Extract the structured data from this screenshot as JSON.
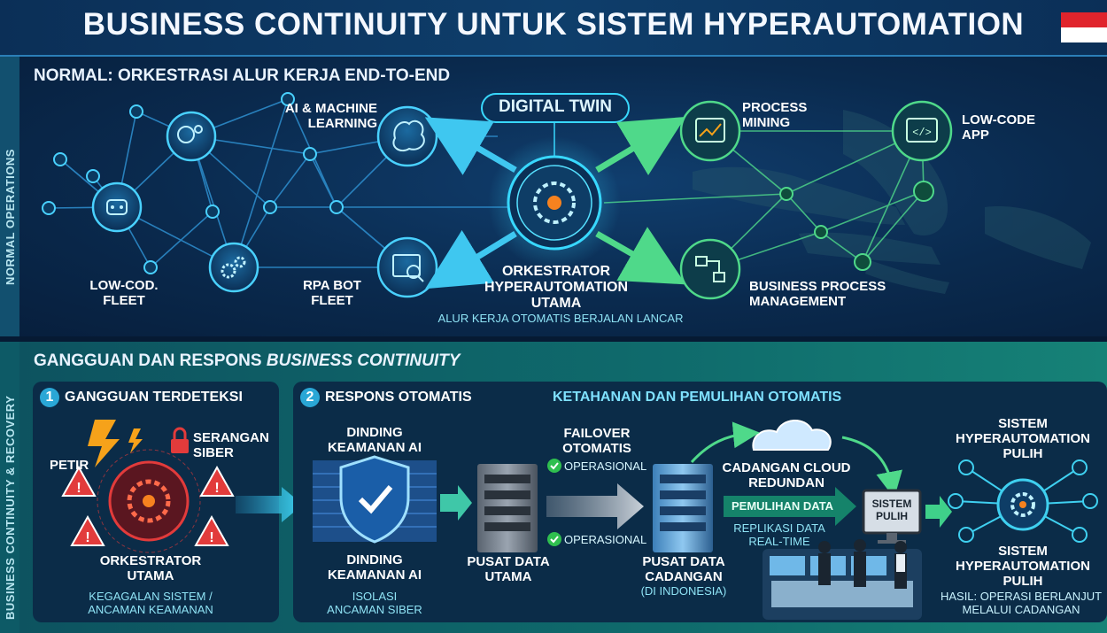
{
  "header": {
    "title": "BUSINESS CONTINUITY UNTUK SISTEM HYPERAUTOMATION"
  },
  "top": {
    "side_label": "NORMAL OPERATIONS",
    "section_title": "NORMAL: ORKESTRASI ALUR KERJA END-TO-END",
    "digital_twin": "DIGITAL TWIN",
    "ai_ml": [
      "AI & MACHINE",
      "LEARNING"
    ],
    "low_code_fleet": [
      "LOW-COD.",
      "FLEET"
    ],
    "rpa_bot": [
      "RPA BOT",
      "FLEET"
    ],
    "orchestrator": [
      "ORKESTRATOR",
      "HYPERAUTOMATION",
      "UTAMA"
    ],
    "orchestrator_sub": "ALUR KERJA OTOMATIS BERJALAN LANCAR",
    "process_mining": [
      "PROCESS",
      "MINING"
    ],
    "low_code_app": [
      "LOW-CODE",
      "APP"
    ],
    "bpm": [
      "BUSINESS PROCESS",
      "MANAGEMENT"
    ]
  },
  "bottom": {
    "side_label": "BUSINESS CONTINUITY & RECOVERY",
    "section_title_plain": "GANGGUAN DAN RESPONS ",
    "section_title_italic": "BUSINESS CONTINUITY",
    "step1": {
      "num": "1",
      "title": "GANGGUAN TERDETEKSI",
      "petir": "PETIR",
      "serangan": [
        "SERANGAN",
        "SIBER"
      ],
      "orkestrator": [
        "ORKESTRATOR",
        "UTAMA"
      ],
      "caption": [
        "KEGAGALAN SISTEM /",
        "ANCAMAN KEAMANAN"
      ]
    },
    "step2": {
      "num": "2",
      "title": "RESPONS OTOMATIS",
      "subtitle": "KETAHANAN DAN PEMULIHAN OTOMATIS",
      "firewall_top": [
        "DINDING",
        "KEAMANAN AI"
      ],
      "firewall_bottom": [
        "DINDING",
        "KEAMANAN AI"
      ],
      "firewall_caption": [
        "ISOLASI",
        "ANCAMAN SIBER"
      ],
      "failover": [
        "FAILOVER",
        "OTOMATIS"
      ],
      "operasional_1": "OPERASIONAL",
      "operasional_2": "OPERASIONAL",
      "pusat_utama": [
        "PUSAT DATA",
        "UTAMA"
      ],
      "pusat_cadangan": [
        "PUSAT DATA",
        "CADANGAN"
      ],
      "pusat_cadangan_sub": "(DI INDONESIA)",
      "cloud": [
        "CADANGAN CLOUD",
        "REDUNDAN"
      ],
      "pemulihan": "PEMULIHAN DATA",
      "replikasi": [
        "REPLIKASI DATA",
        "REAL-TIME"
      ],
      "monitor": [
        "SISTEM",
        "PULIH"
      ]
    },
    "result": {
      "top": [
        "SISTEM",
        "HYPERAUTOMATION",
        "PULIH"
      ],
      "mid": [
        "SISTEM",
        "HYPERAUTOMATION",
        "PULIH"
      ],
      "caption": [
        "HASIL: OPERASI BERLANJUT",
        "MELALUI CADANGAN"
      ]
    }
  },
  "colors": {
    "accent_cyan": "#3fd0f0",
    "accent_green": "#4fd98a",
    "alert_red": "#e23b3b",
    "bolt_orange": "#f6a21a"
  }
}
